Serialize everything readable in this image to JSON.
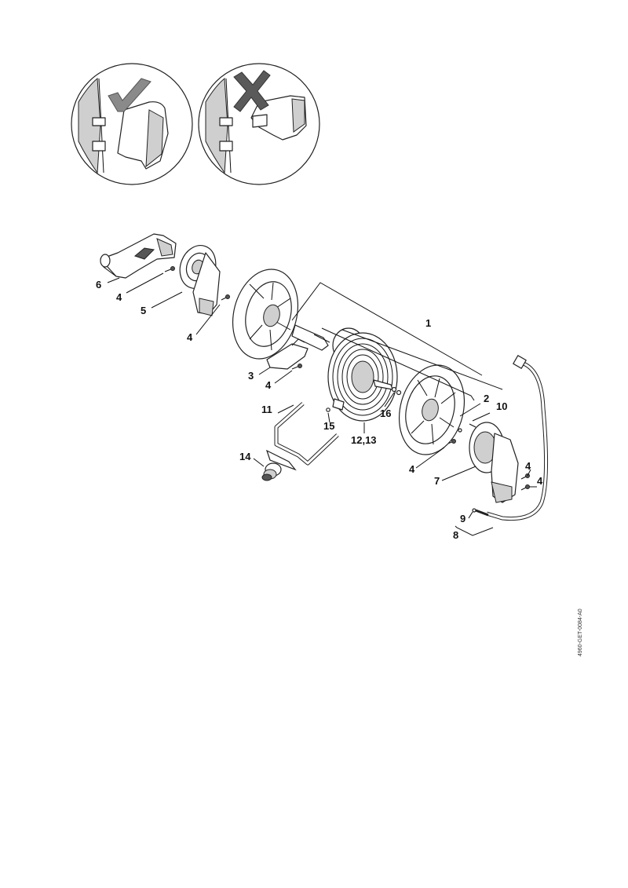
{
  "hints": {
    "correct_icon": "checkmark-icon",
    "wrong_icon": "cross-icon",
    "correct_color": "#8a8a8a",
    "wrong_color": "#5a5a5a"
  },
  "labels": {
    "p1": "1",
    "p2": "2",
    "p3": "3",
    "p4a": "4",
    "p4b": "4",
    "p4c": "4",
    "p4d": "4",
    "p4e": "4",
    "p4f": "4",
    "p5": "5",
    "p6": "6",
    "p7": "7",
    "p8": "8",
    "p9": "9",
    "p10": "10",
    "p11": "11",
    "p12_13": "12,13",
    "p14": "14",
    "p15": "15",
    "p16": "16"
  },
  "doc_code": "4960-GET-0084-A0"
}
